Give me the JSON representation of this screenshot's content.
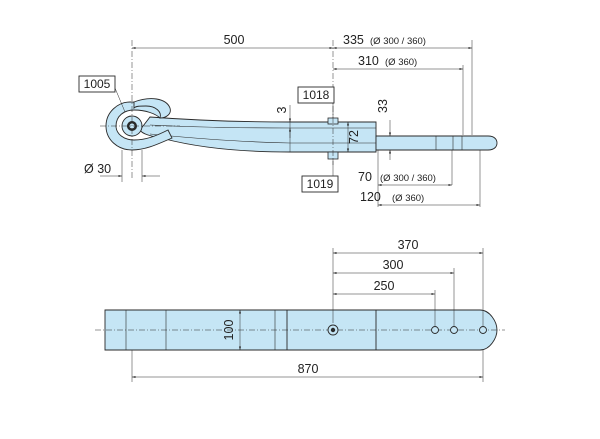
{
  "side_view": {
    "dim_length_to_center": "500",
    "dim_total_right": "335",
    "dim_total_right_note": "(Ø 300 / 360)",
    "dim_right_310": "310",
    "dim_right_310_note": "(Ø 360)",
    "dim_thickness_3": "3",
    "dim_height_33": "33",
    "dim_height_72": "72",
    "dim_eye_diameter": "Ø 30",
    "dim_70": "70",
    "dim_70_note": "(Ø 300 / 360)",
    "dim_120": "120",
    "dim_120_note": "(Ø 360)",
    "ref_eye": "1005",
    "ref_top_bolt": "1018",
    "ref_bottom_bolt": "1019"
  },
  "top_view": {
    "dim_370": "370",
    "dim_300": "300",
    "dim_250": "250",
    "dim_width_100": "100",
    "dim_total_870": "870"
  },
  "colors": {
    "part_fill": "#c5e5f5",
    "outline": "#2a2a2a"
  }
}
